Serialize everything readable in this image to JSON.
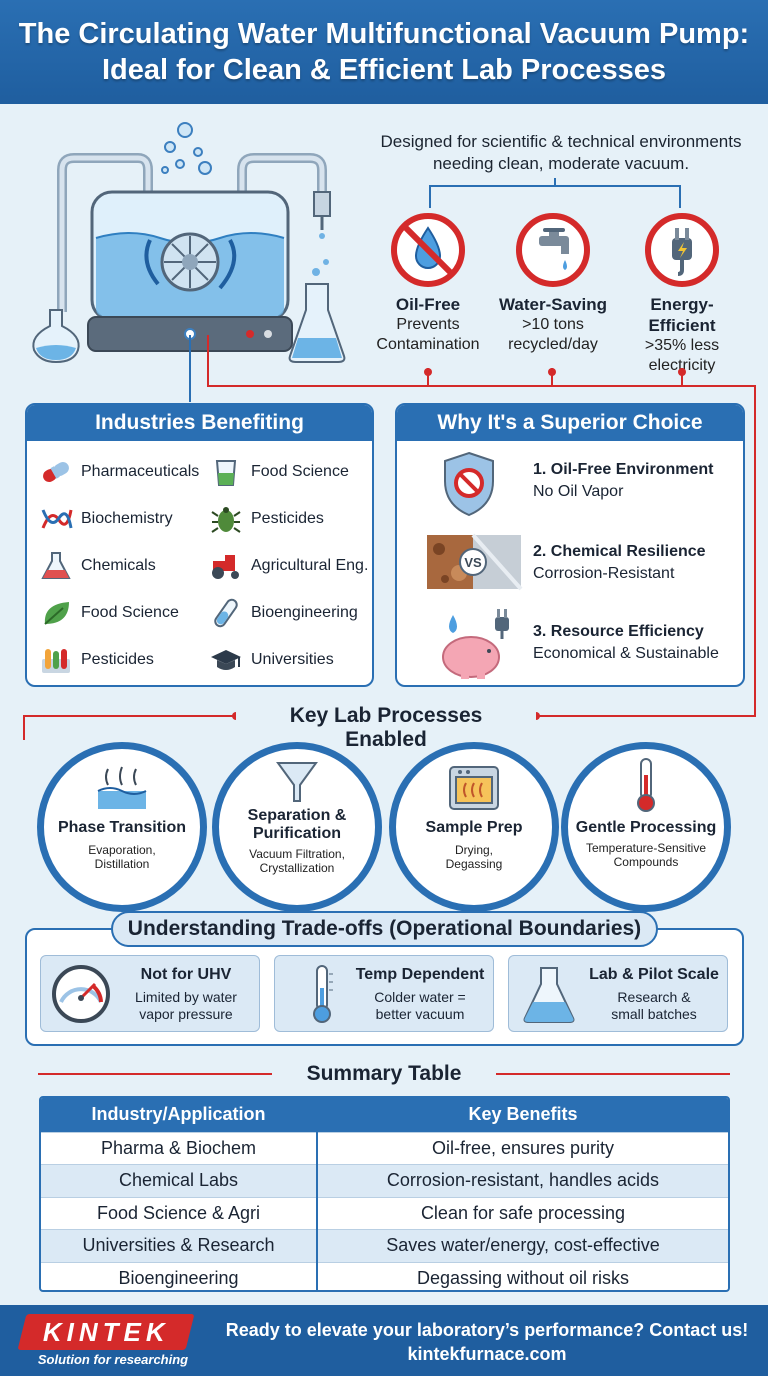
{
  "header": {
    "title_line1": "The Circulating Water Multifunctional Vacuum Pump:",
    "title_line2": "Ideal for Clean & Efficient Lab Processes"
  },
  "hero": {
    "tagline_line1": "Designed for scientific & technical environments",
    "tagline_line2": "needing clean, moderate vacuum.",
    "features": [
      {
        "title": "Oil-Free",
        "sub1": "Prevents",
        "sub2": "Contamination",
        "icon": "no-oil-icon"
      },
      {
        "title": "Water-Saving",
        "sub1": ">10 tons",
        "sub2": "recycled/day",
        "icon": "faucet-icon"
      },
      {
        "title": "Energy-Efficient",
        "sub1": ">35% less",
        "sub2": "electricity",
        "icon": "plug-icon"
      }
    ]
  },
  "industries": {
    "title": "Industries Benefiting",
    "left": [
      {
        "label": "Pharmaceuticals",
        "icon": "capsule-icon"
      },
      {
        "label": "Biochemistry",
        "icon": "dna-icon"
      },
      {
        "label": "Chemicals",
        "icon": "flask-icon"
      },
      {
        "label": "Food Science",
        "icon": "leaf-icon"
      },
      {
        "label": "Pesticides",
        "icon": "test-tubes-icon"
      }
    ],
    "right": [
      {
        "label": "Food Science",
        "icon": "beaker-icon"
      },
      {
        "label": "Pesticides",
        "icon": "beetle-icon"
      },
      {
        "label": "Agricultural Eng.",
        "icon": "tractor-icon"
      },
      {
        "label": "Bioengineering",
        "icon": "test-tube-icon"
      },
      {
        "label": "Universities",
        "icon": "graduation-cap-icon"
      }
    ]
  },
  "why": {
    "title": "Why It's a Superior Choice",
    "items": [
      {
        "title": "1. Oil-Free Environment",
        "sub": "No Oil Vapor",
        "icon": "shield-no-oil-icon"
      },
      {
        "title": "2. Chemical Resilience",
        "sub": "Corrosion-Resistant",
        "icon": "rust-vs-steel-icon",
        "badge": "VS"
      },
      {
        "title": "3. Resource Efficiency",
        "sub": "Economical & Sustainable",
        "icon": "piggy-bank-icon"
      }
    ]
  },
  "processes": {
    "title": "Key Lab Processes Enabled",
    "items": [
      {
        "title": "Phase Transition",
        "sub1": "Evaporation,",
        "sub2": "Distillation",
        "icon": "evaporation-icon"
      },
      {
        "title": "Separation &",
        "title2": "Purification",
        "sub1": "Vacuum Filtration,",
        "sub2": "Crystallization",
        "icon": "funnel-icon"
      },
      {
        "title": "Sample Prep",
        "sub1": "Drying,",
        "sub2": "Degassing",
        "icon": "oven-icon"
      },
      {
        "title": "Gentle Processing",
        "sub1": "Temperature-Sensitive",
        "sub2": "Compounds",
        "icon": "thermometer-icon"
      }
    ]
  },
  "tradeoffs": {
    "title": "Understanding Trade-offs (Operational Boundaries)",
    "items": [
      {
        "title": "Not for UHV",
        "sub1": "Limited by water",
        "sub2": "vapor pressure",
        "icon": "gauge-icon"
      },
      {
        "title": "Temp Dependent",
        "sub1": "Colder water =",
        "sub2": "better vacuum",
        "icon": "thermometer-icon"
      },
      {
        "title": "Lab & Pilot Scale",
        "sub1": "Research &",
        "sub2": "small batches",
        "icon": "flask-icon"
      }
    ]
  },
  "summary": {
    "title": "Summary Table",
    "headers": [
      "Industry/Application",
      "Key Benefits"
    ],
    "rows": [
      [
        "Pharma & Biochem",
        "Oil-free, ensures purity"
      ],
      [
        "Chemical Labs",
        "Corrosion-resistant, handles acids"
      ],
      [
        "Food Science & Agri",
        "Clean for safe processing"
      ],
      [
        "Universities & Research",
        "Saves water/energy, cost-effective"
      ],
      [
        "Bioengineering",
        "Degassing without oil risks"
      ]
    ]
  },
  "footer": {
    "logo": "KINTEK",
    "logo_tagline": "Solution for researching",
    "cta_line1": "Ready to elevate your laboratory’s performance? Contact us!",
    "cta_line2": "kintekfurnace.com"
  },
  "colors": {
    "primary": "#2a6fb3",
    "accent_red": "#d42a2a",
    "background": "#e6f1f8",
    "light_blue": "#dbe9f5"
  }
}
